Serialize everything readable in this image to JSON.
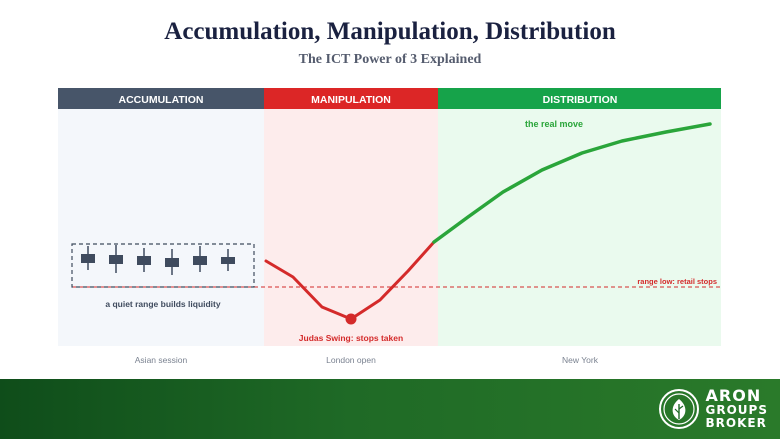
{
  "title": "Accumulation, Manipulation, Distribution",
  "subtitle": "The ICT Power of 3 Explained",
  "phases": {
    "accumulation": "ACCUMULATION",
    "manipulation": "MANIPULATION",
    "distribution": "DISTRIBUTION"
  },
  "sessions": {
    "asian": "Asian session",
    "london": "London open",
    "newyork": "New York"
  },
  "annotations": {
    "range": "a quiet range builds liquidity",
    "judas": "Judas Swing: stops taken",
    "real_move": "the real move",
    "range_low": "range low: retail stops"
  },
  "brand": {
    "line1": "ARON",
    "line2": "GROUPS",
    "line3": "BROKER"
  },
  "colors": {
    "accumulation_header": "#475569",
    "manipulation_header": "#dc2626",
    "distribution_header": "#16a34a",
    "accumulation_bg": "#f4f7fb",
    "manipulation_bg": "#fdecec",
    "distribution_bg": "#eafaee",
    "candle": "#3f4b5e",
    "red_line": "#d42a2a",
    "green_line": "#2aa53a",
    "footer": "#1f6a26"
  },
  "icons": {
    "brand_logo": "leaf-circle-icon"
  }
}
